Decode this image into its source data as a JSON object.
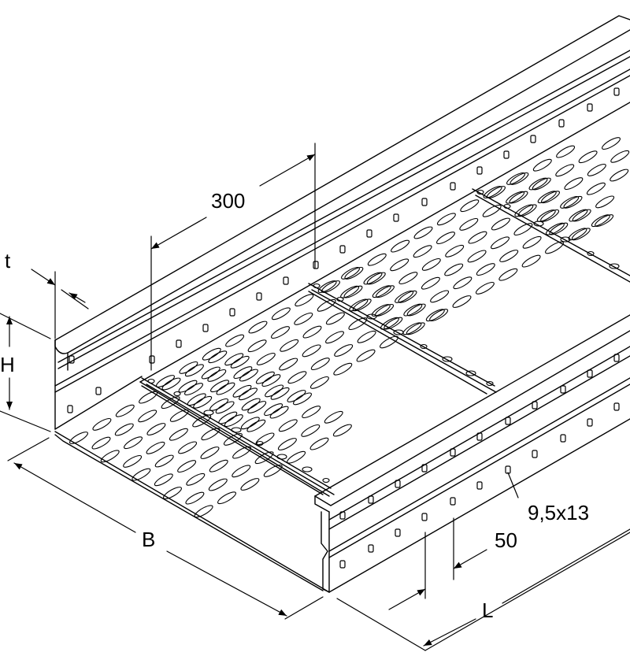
{
  "dimensions": {
    "rung_spacing": "300",
    "thickness": "t",
    "height": "H",
    "width": "B",
    "hole_size": "9,5x13",
    "hole_pitch": "50",
    "length": "L"
  },
  "colors": {
    "line": "#000000",
    "background": "#ffffff"
  }
}
